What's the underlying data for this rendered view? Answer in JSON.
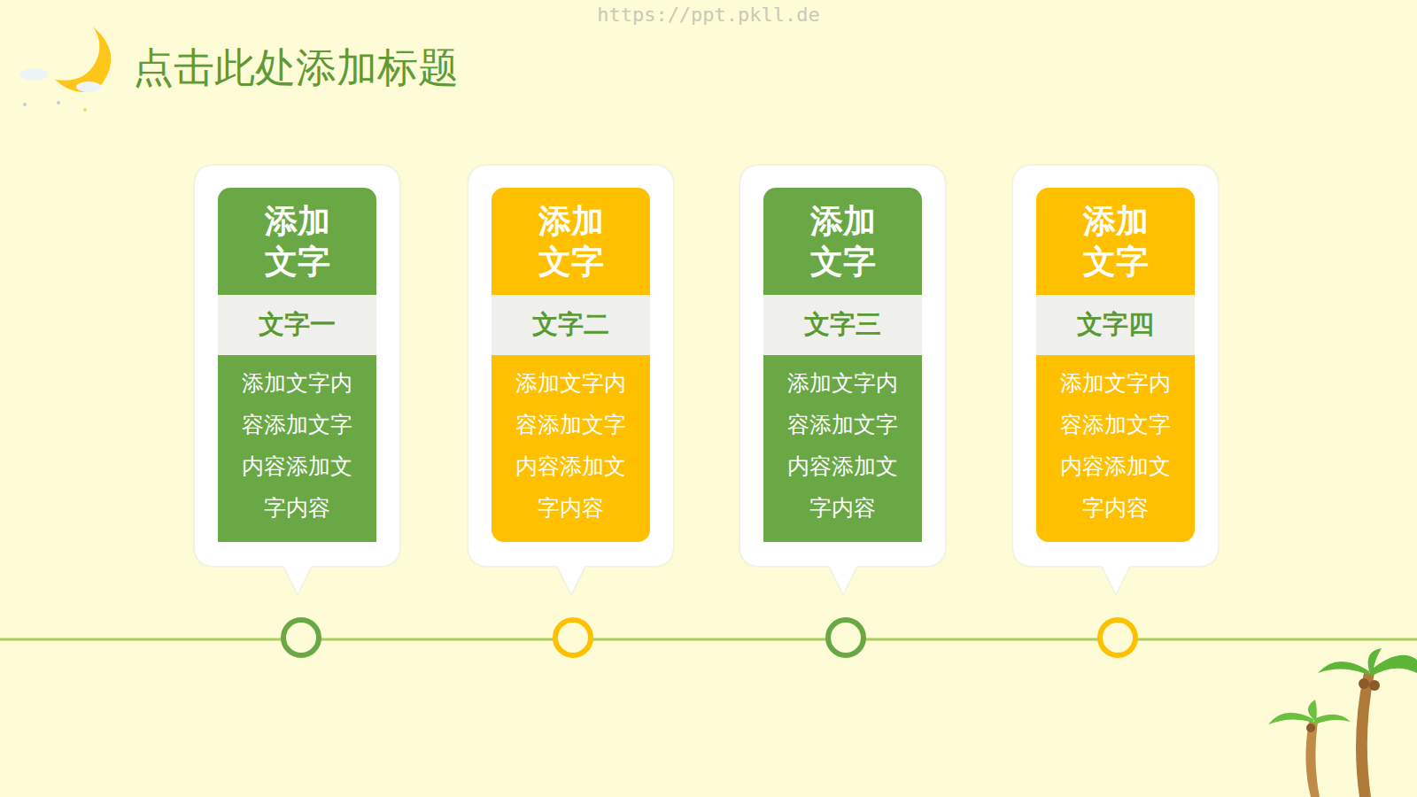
{
  "diagram": {
    "title": "点击此处添加标题",
    "nodes": [
      {
        "text": [
          "添加文字",
          "文字一",
          "添加文字内容添加文字内容添加文字内容"
        ]
      },
      {
        "text": [
          "添加文字",
          "文字二",
          "添加文字内容添加文字内容添加文字内容"
        ]
      },
      {
        "text": [
          "添加文字",
          "文字三",
          "添加文字内容添加文字内容添加文字内容"
        ]
      },
      {
        "text": [
          "添加文字",
          "文字四",
          "添加文字内容添加文字内容添加文字内容"
        ]
      }
    ],
    "labels": [
      "https://ppt.pkll.de"
    ]
  }
}
